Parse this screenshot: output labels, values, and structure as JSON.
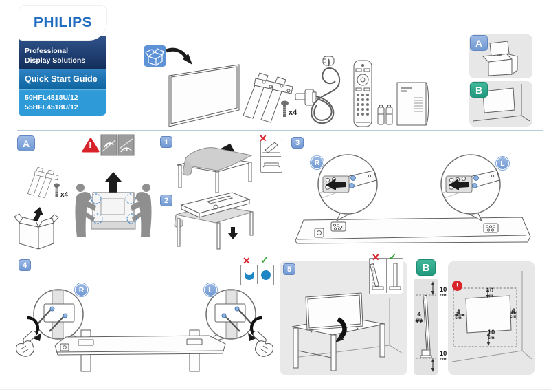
{
  "document": {
    "brand": "PHILIPS",
    "tagline_line1": "Professional",
    "tagline_line2": "Display Solutions",
    "title": "Quick Start Guide",
    "models": [
      "50HFL4518U/12",
      "55HFL4518U/12"
    ]
  },
  "sections": {
    "option_a_label": "A",
    "option_b_label": "B",
    "step1_label": "1",
    "step2_label": "2",
    "step3_label": "3",
    "step4_label": "4",
    "step5_label": "5",
    "right_label": "R",
    "left_label": "L",
    "screw_count": "x4"
  },
  "icons": {
    "cross": "✕",
    "check": "✓",
    "exclamation": "!"
  },
  "wall_clearance": {
    "side_top": {
      "value": "10",
      "unit": "cm"
    },
    "side_gap": {
      "value": "4",
      "unit": "cm"
    },
    "side_bottom": {
      "value": "10",
      "unit": "cm"
    },
    "front_top": {
      "value": "10",
      "unit": "cm"
    },
    "front_left": {
      "value": "4",
      "unit": "cm"
    },
    "front_right": {
      "value": "4",
      "unit": "cm"
    },
    "front_bottom": {
      "value": "10",
      "unit": "cm"
    }
  },
  "colors": {
    "philips_blue": "#1f6cc0",
    "band_dark_blue": "#122e5b",
    "band_mid_blue": "#0d659f",
    "band_light_blue": "#2e9ad8",
    "badge_blue": "#7099d3",
    "badge_green": "#21997e",
    "warning_red": "#d8232a",
    "check_green": "#3aa83a",
    "panel_gray": "#e7e7e7",
    "screw_blue": "#1f86c5"
  }
}
